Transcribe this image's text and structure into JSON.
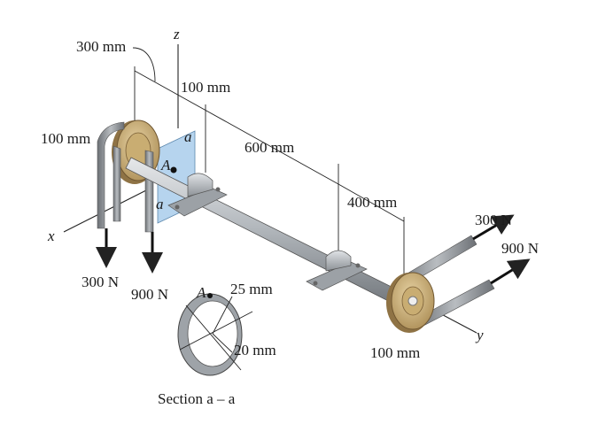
{
  "dimensions": {
    "d300": "300 mm",
    "d100top": "100 mm",
    "d600": "600 mm",
    "d400": "400 mm",
    "d100left": "100 mm",
    "d100right": "100 mm",
    "d25": "25 mm",
    "d20": "20 mm"
  },
  "forces": {
    "left_300": "300 N",
    "left_900": "900 N",
    "right_300": "300 N",
    "right_900": "900 N"
  },
  "axes": {
    "x": "x",
    "y": "y",
    "z": "z"
  },
  "points": {
    "A": "A",
    "A_section": "A",
    "a_top": "a",
    "a_bottom": "a"
  },
  "section": {
    "label": "Section a – a"
  },
  "colors": {
    "shaft": "#a9aeb3",
    "pulley_rim": "#b79c6a",
    "pulley_face": "#d8c08a",
    "belt": "#8e9296",
    "section_plane": "#9fc6e6",
    "bearing": "#b8bcc0"
  }
}
